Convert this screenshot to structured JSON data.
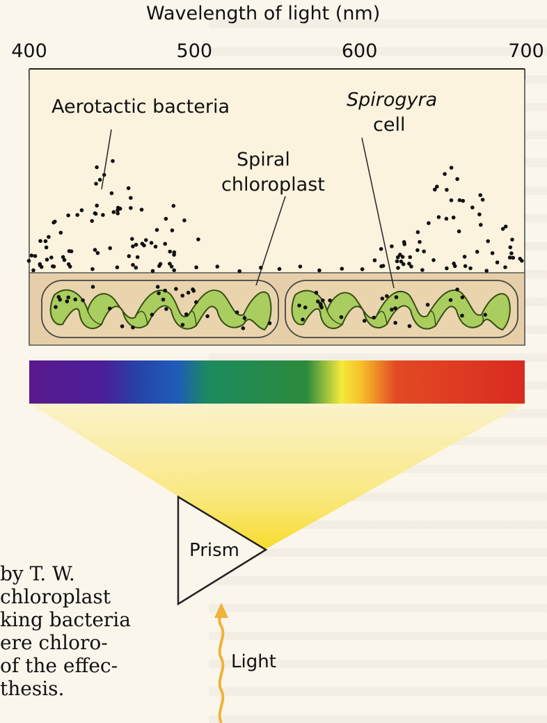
{
  "axis": {
    "title": "Wavelength of light (nm)",
    "ticks": [
      {
        "value": 400,
        "label": "400"
      },
      {
        "value": 500,
        "label": "500"
      },
      {
        "value": 600,
        "label": "600"
      },
      {
        "value": 700,
        "label": "700"
      }
    ]
  },
  "labels": {
    "aerotactic": "Aerotactic bacteria",
    "spirogyra_species": "Spirogyra",
    "spirogyra_cell": "cell",
    "spiral": "Spiral",
    "chloroplast": "chloroplast",
    "prism": "Prism",
    "light": "Light"
  },
  "caption_fragments": [
    "by T. W.",
    "chloroplast",
    "king bacteria",
    "ere chloro-",
    "of the effec-",
    "thesis."
  ],
  "colors": {
    "cell_band": "#e6cfa8",
    "chloroplast_fill": "#a9cd5f",
    "chloroplast_edge": "#354d12",
    "bacteria": "#111111",
    "light_arrow": "#f0b23a",
    "prism_beam": "#f9e25a"
  }
}
